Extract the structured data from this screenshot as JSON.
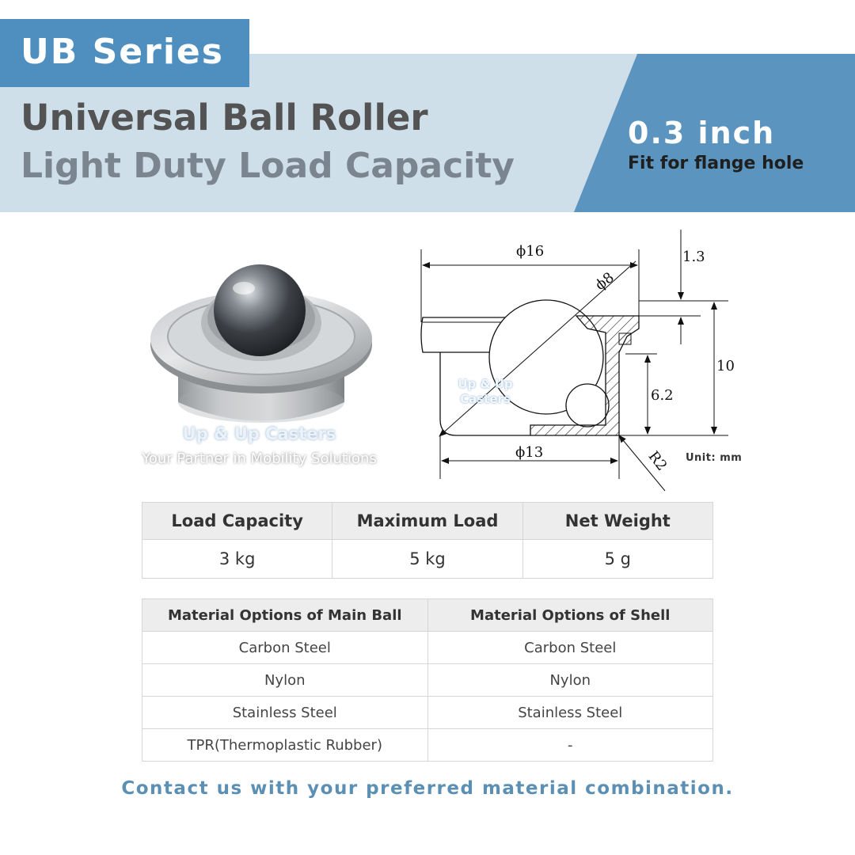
{
  "header": {
    "series": "UB Series",
    "title": "Universal Ball Roller",
    "subtitle": "Light Duty Load Capacity",
    "size": "0.3 inch",
    "fit_note": "Fit for flange hole"
  },
  "watermark": {
    "brand": "Up & Up Casters",
    "tagline": "Your Partner in Mobility Solutions",
    "drawing_brand_line1": "Up & Up",
    "drawing_brand_line2": "Casters"
  },
  "drawing": {
    "flange_diameter": "ϕ16",
    "ball_diameter": "ϕ8",
    "flange_thickness": "1.3",
    "total_height": "10",
    "body_height": "6.2",
    "body_diameter": "ϕ13",
    "radius": "R2",
    "unit": "Unit: mm"
  },
  "specs": {
    "headers": [
      "Load Capacity",
      "Maximum Load",
      "Net Weight"
    ],
    "values": [
      "3 kg",
      "5 kg",
      "5 g"
    ]
  },
  "materials": {
    "headers": [
      "Material Options of Main Ball",
      "Material Options of Shell"
    ],
    "rows": [
      [
        "Carbon Steel",
        "Carbon Steel"
      ],
      [
        "Nylon",
        "Nylon"
      ],
      [
        "Stainless Steel",
        "Stainless Steel"
      ],
      [
        "TPR(Thermoplastic Rubber)",
        "-"
      ]
    ]
  },
  "contact": "Contact us with your preferred material combination.",
  "colors": {
    "accent": "#4f8fc0",
    "band": "#cfdfea",
    "contact_text": "#5b8fb3"
  }
}
